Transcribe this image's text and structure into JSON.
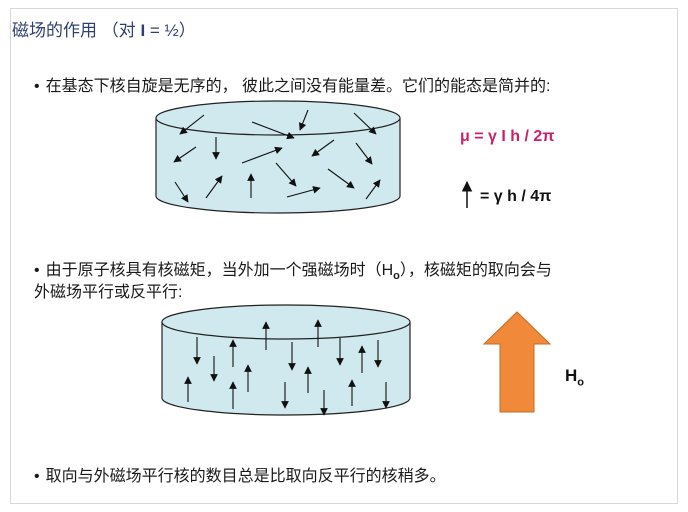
{
  "title": {
    "prefix": "磁场的作用  （对 ",
    "spin_symbol": "I",
    "spin_value": " = ½）"
  },
  "bullets": [
    "在基态下核自旋是无序的， 彼此之间没有能量差。它们的能态是简并的:",
    "由于原子核具有核磁矩，当外加一个强磁场时（H",
    "），核磁矩的取向会与",
    "外磁场平行或反平行:",
    "取向与外磁场平行核的数目总是比取向反平行的核稍多。"
  ],
  "bullet_symbol": "•",
  "h_sub": "o",
  "formula_mu": "μ = γ I h / 2π",
  "formula_arrow": "= γ h / 4π",
  "field_label": {
    "main": "H",
    "sub": "o"
  },
  "colors": {
    "title": "#2f3f6f",
    "formula_mu": "#cc1f6a",
    "cylinder_fill": "#cfe9ee",
    "field_arrow": "#f08a3a"
  }
}
